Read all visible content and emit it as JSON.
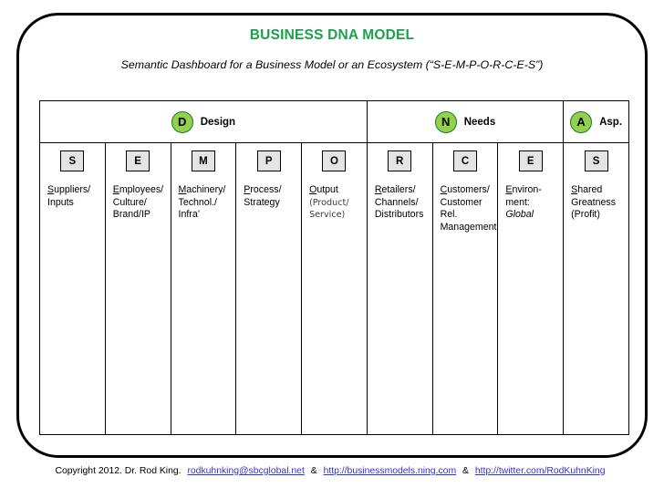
{
  "title": "BUSINESS DNA MODEL",
  "subtitle": "Semantic Dashboard for a Business Model or an Ecosystem (“S-E-M-P-O-R-C-E-S”)",
  "colors": {
    "title_green": "#1BA14B",
    "circle_fill": "#92D050",
    "circle_border": "#1E7B1E",
    "letter_box_fill": "#E4E4E4",
    "link_blue": "#3333CC"
  },
  "groups": [
    {
      "circle_letter": "D",
      "label": "Design",
      "span": 5
    },
    {
      "circle_letter": "N",
      "label": "Needs",
      "span": 3
    },
    {
      "circle_letter": "A",
      "label": "Asp.",
      "span": 1
    }
  ],
  "columns": [
    {
      "letter": "S",
      "lines": [
        {
          "initial": "S",
          "rest": "uppliers/"
        },
        {
          "initial": "",
          "rest": "Inputs"
        }
      ]
    },
    {
      "letter": "E",
      "lines": [
        {
          "initial": "E",
          "rest": "mployees/"
        },
        {
          "initial": "",
          "rest": "Culture/"
        },
        {
          "initial": "",
          "rest": "Brand/IP"
        }
      ]
    },
    {
      "letter": "M",
      "lines": [
        {
          "initial": "M",
          "rest": "achinery/"
        },
        {
          "initial": "",
          "rest": "Technol./"
        },
        {
          "initial": "",
          "rest": "Infra’"
        }
      ]
    },
    {
      "letter": "P",
      "lines": [
        {
          "initial": "P",
          "rest": "rocess/"
        },
        {
          "initial": "",
          "rest": "Strategy"
        }
      ]
    },
    {
      "letter": "O",
      "lines": [
        {
          "initial": "O",
          "rest": "utput"
        },
        {
          "initial": "",
          "rest": "(Product/",
          "style": "sub"
        },
        {
          "initial": "",
          "rest": "Service)",
          "style": "sub"
        }
      ]
    },
    {
      "letter": "R",
      "lines": [
        {
          "initial": "R",
          "rest": "etailers/"
        },
        {
          "initial": "",
          "rest": "Channels/"
        },
        {
          "initial": "",
          "rest": "Distributors"
        }
      ]
    },
    {
      "letter": "C",
      "lines": [
        {
          "initial": "C",
          "rest": "ustomers/"
        },
        {
          "initial": "",
          "rest": "Customer Rel."
        },
        {
          "initial": "",
          "rest": "Management"
        }
      ]
    },
    {
      "letter": "E",
      "lines": [
        {
          "initial": "E",
          "rest": "nviron-"
        },
        {
          "initial": "",
          "rest": "ment:"
        },
        {
          "initial": "",
          "rest": "Global",
          "style": "ital"
        }
      ]
    },
    {
      "letter": "S",
      "lines": [
        {
          "initial": "S",
          "rest": "hared"
        },
        {
          "initial": "",
          "rest": "Greatness"
        },
        {
          "initial": "",
          "rest": "(Profit)"
        }
      ]
    }
  ],
  "footer": {
    "copyright": "Copyright 2012. Dr. Rod King.",
    "email": "rodkuhnking@sbcglobal.net",
    "sep1": "&",
    "link1": "http://businessmodels.ning.com",
    "sep2": "&",
    "link2": "http://twitter.com/RodKuhnKing"
  }
}
